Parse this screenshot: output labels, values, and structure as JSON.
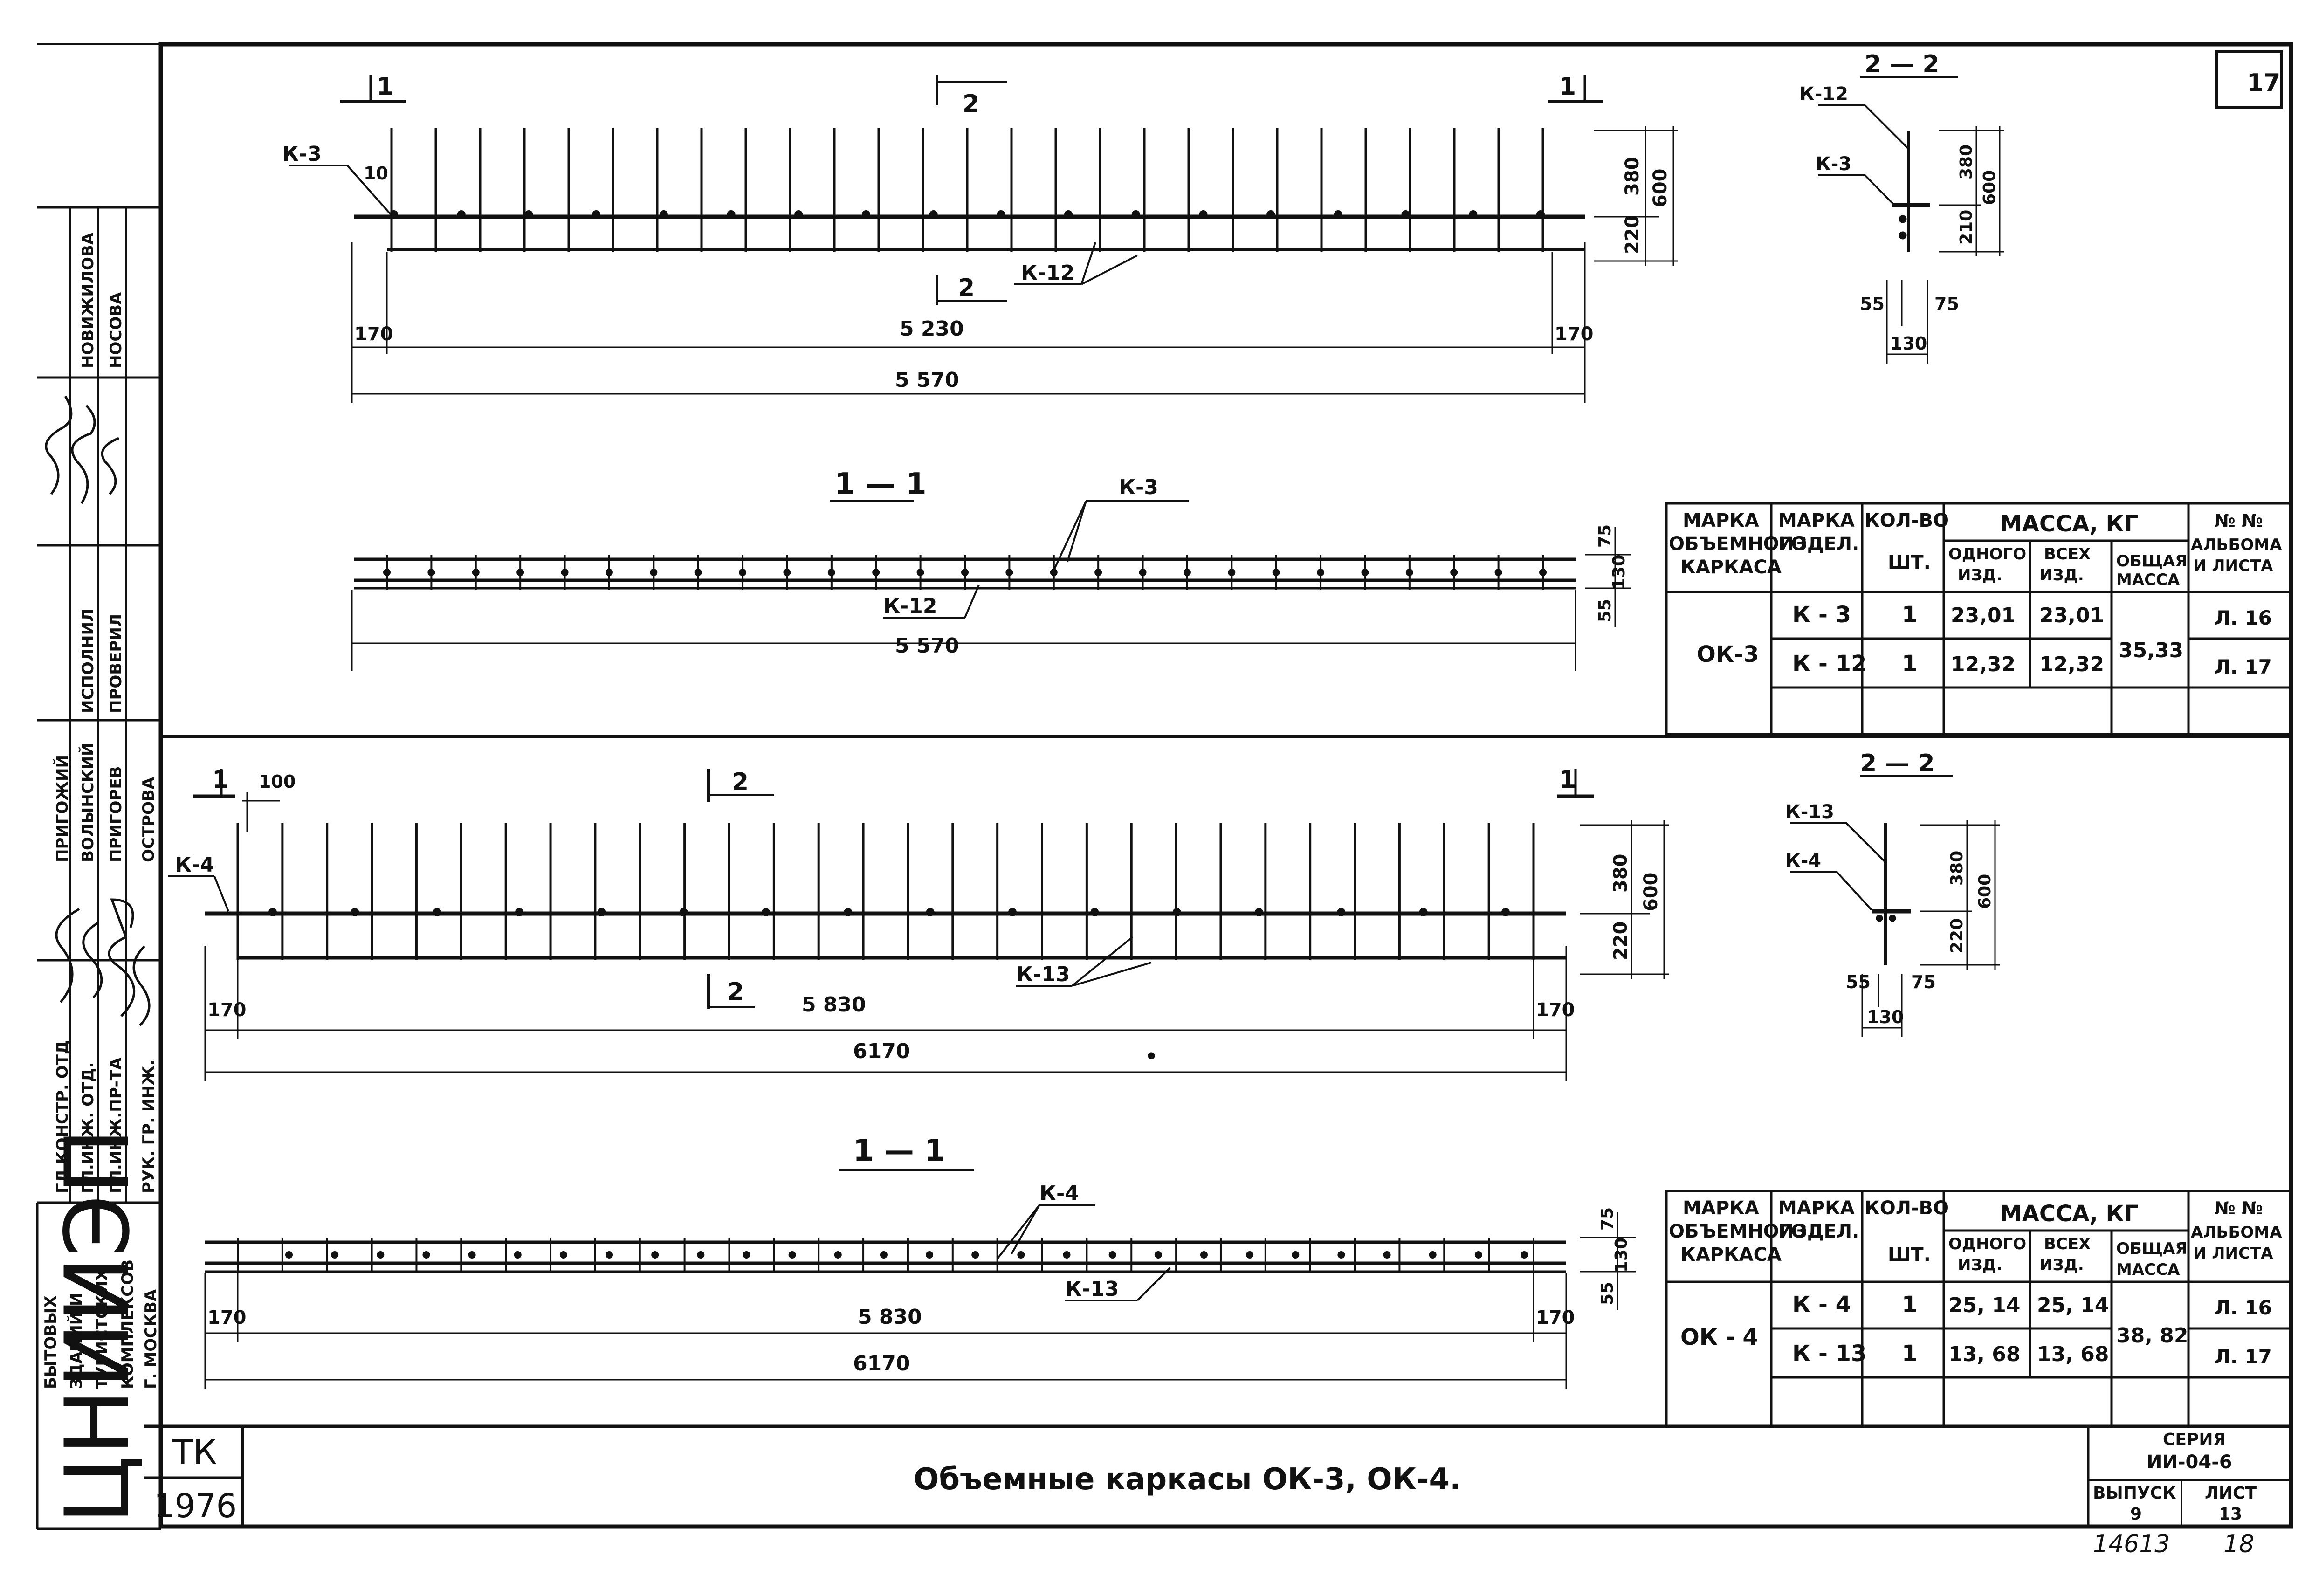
{
  "sheet": {
    "sheet_number": "17",
    "title": "Объемные каркасы ОК-3, ОК-4.",
    "tk_label": "ТК",
    "year": "1976",
    "series_label": "СЕРИЯ",
    "series_value": "ИИ-04-6",
    "issue_label": "ВЫПУСК",
    "issue_value": "9",
    "list_label": "ЛИСТ",
    "list_value": "13",
    "inventory_number": "14613",
    "page_number": "18"
  },
  "stamp": {
    "org_logo": "ЦНИИЭП",
    "org_lines": [
      "БЫТОВЫХ",
      "ЗДАНИЙ И",
      "ТУРИСТСКИХ",
      "КОМПЛЕКСОВ",
      "Г. МОСКВА"
    ],
    "roles": [
      "ГЛ.КОНСТР. ОТД",
      "ГЛ.ИНЖ. ОТД.",
      "ГЛ.ИНЖ.ПР-ТА",
      "РУК. ГР. ИНЖ."
    ],
    "names": [
      "ПРИГОЖИЙ",
      "ВОЛЫНСКИЙ",
      "ПРИГОРЕВ",
      "ОСТРОВА"
    ],
    "roles2": [
      "ИСПОЛНИЛ",
      "ПРОВЕРИЛ"
    ],
    "names2": [
      "НОВИЖИЛОВА",
      "НОСОВА"
    ]
  },
  "ok3": {
    "sec1_mark": "1",
    "sec2_mark": "2",
    "k3": "К-3",
    "k12": "К-12",
    "d10": "10",
    "d170": "170",
    "d5230": "5 230",
    "d5570": "5 570",
    "d380": "380",
    "d220": "220",
    "d600": "600",
    "section11_title": "1 — 1",
    "section22_title": "2 — 2",
    "d75": "75",
    "d55": "55",
    "d130": "130",
    "d210": "210"
  },
  "ok4": {
    "sec1_mark": "1",
    "sec2_mark": "2",
    "k4": "К-4",
    "k13": "К-13",
    "d100": "100",
    "d170": "170",
    "d5830": "5 830",
    "d6170": "6170",
    "d380": "380",
    "d220": "220",
    "d600": "600",
    "section11_title": "1 — 1",
    "section22_title": "2 — 2",
    "d75": "75",
    "d55": "55",
    "d130": "130"
  },
  "table_headers": {
    "h1": [
      "МАРКА",
      "ОБЪЕМНОГО",
      "КАРКАСА"
    ],
    "h2": [
      "МАРКА",
      "ИЗДЕЛ."
    ],
    "h3": [
      "КОЛ-ВО",
      "ШТ."
    ],
    "h4": "МАССА, КГ",
    "h4a": [
      "ОДНОГО",
      "ИЗД."
    ],
    "h4b": [
      "ВСЕХ",
      "ИЗД."
    ],
    "h4c": [
      "ОБЩАЯ",
      "МАССА"
    ],
    "h5": [
      "№ №",
      "АЛЬБОМА",
      "И ЛИСТА"
    ]
  },
  "table_ok3": {
    "frame": "ОК-3",
    "total_mass": "35,33",
    "rows": [
      {
        "item": "К - 3",
        "qty": "1",
        "one": "23,01",
        "all": "23,01",
        "ref": "Л. 16"
      },
      {
        "item": "К - 12",
        "qty": "1",
        "one": "12,32",
        "all": "12,32",
        "ref": "Л. 17"
      }
    ]
  },
  "table_ok4": {
    "frame": "ОК - 4",
    "total_mass": "38, 82",
    "rows": [
      {
        "item": "К - 4",
        "qty": "1",
        "one": "25, 14",
        "all": "25, 14",
        "ref": "Л. 16"
      },
      {
        "item": "К - 13",
        "qty": "1",
        "one": "13, 68",
        "all": "13, 68",
        "ref": "Л. 17"
      }
    ]
  }
}
